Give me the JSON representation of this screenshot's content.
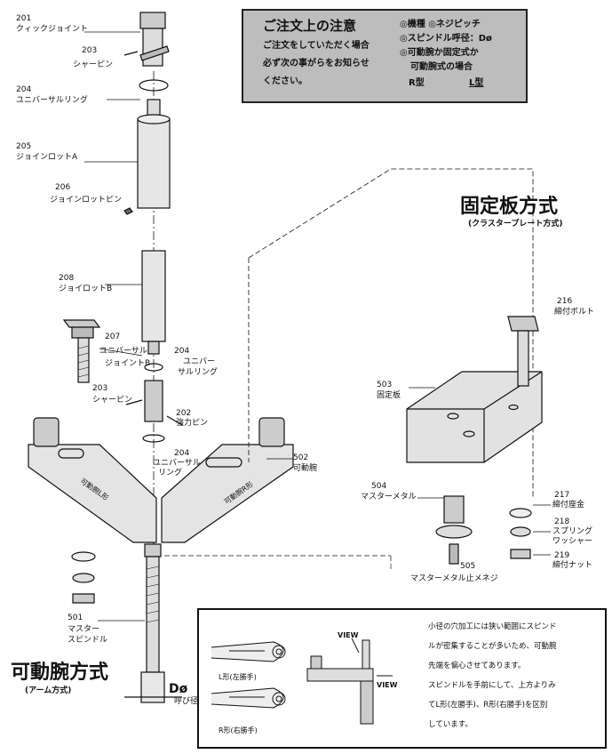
{
  "notice": {
    "title": "ご注文上の注意",
    "body_lines": [
      "ご注文をしていただく場合",
      "必ず次の事がらをお知らせ",
      "ください。"
    ],
    "items": [
      "◎機種 ◎ネジピッチ",
      "◎スピンドル呼径：Dø",
      "◎可動腕か固定式か",
      "可動腕式の場合"
    ],
    "r_type": "R型",
    "l_type": "L型"
  },
  "titles": {
    "fixed": "固定板方式",
    "fixed_sub": "(クラスタープレート方式)",
    "arm": "可動腕方式",
    "arm_sub": "(アーム方式)"
  },
  "parts": [
    {
      "num": "201",
      "name": "クィックジョイント"
    },
    {
      "num": "203",
      "name": "シャーピン"
    },
    {
      "num": "204",
      "name": "ユニバーサルリング"
    },
    {
      "num": "205",
      "name": "ジョインロットA"
    },
    {
      "num": "206",
      "name": "ジョインロットピン"
    },
    {
      "num": "208",
      "name": "ジョイロットB"
    },
    {
      "num": "207",
      "name": "ユニバーサル"
    },
    {
      "num": "",
      "name": "ジョイントB"
    },
    {
      "num": "204",
      "name": "ユニバー"
    },
    {
      "num": "",
      "name": "サルリング"
    },
    {
      "num": "202",
      "name": "強力ピン"
    },
    {
      "num": "203",
      "name": "シャーピン"
    },
    {
      "num": "204",
      "name": "ユニバーサル"
    },
    {
      "num": "",
      "name": "リング"
    },
    {
      "num": "502",
      "name": "可動腕"
    },
    {
      "num": "216",
      "name": "締付ボルト"
    },
    {
      "num": "503",
      "name": "固定板"
    },
    {
      "num": "504",
      "name": "マスターメタル"
    },
    {
      "num": "217",
      "name": "締付座金"
    },
    {
      "num": "218",
      "name": "スプリング"
    },
    {
      "num": "",
      "name": "ワッシャー"
    },
    {
      "num": "219",
      "name": "締付ナット"
    },
    {
      "num": "505",
      "name": "マスターメタル止メネジ"
    },
    {
      "num": "501",
      "name": "マスター"
    },
    {
      "num": "",
      "name": "スピンドル"
    }
  ],
  "arm_labels": {
    "left": "可動腕L形",
    "right": "可動腕R形"
  },
  "dimension": {
    "symbol": "Dø",
    "caption": "呼び径"
  },
  "view_panel": {
    "l_label": "L形(左勝手)",
    "r_label": "R形(右勝手)",
    "view": "VIEW",
    "lines": [
      "小径の穴加工には狭い範囲にスピンド",
      "ルが密集することが多いため、可動腕",
      "先端を偏心させてあります。",
      "スピンドルを手前にして、上方よりみ",
      "てL形(左勝手)、R形(右勝手)を区別",
      "しています。"
    ]
  }
}
